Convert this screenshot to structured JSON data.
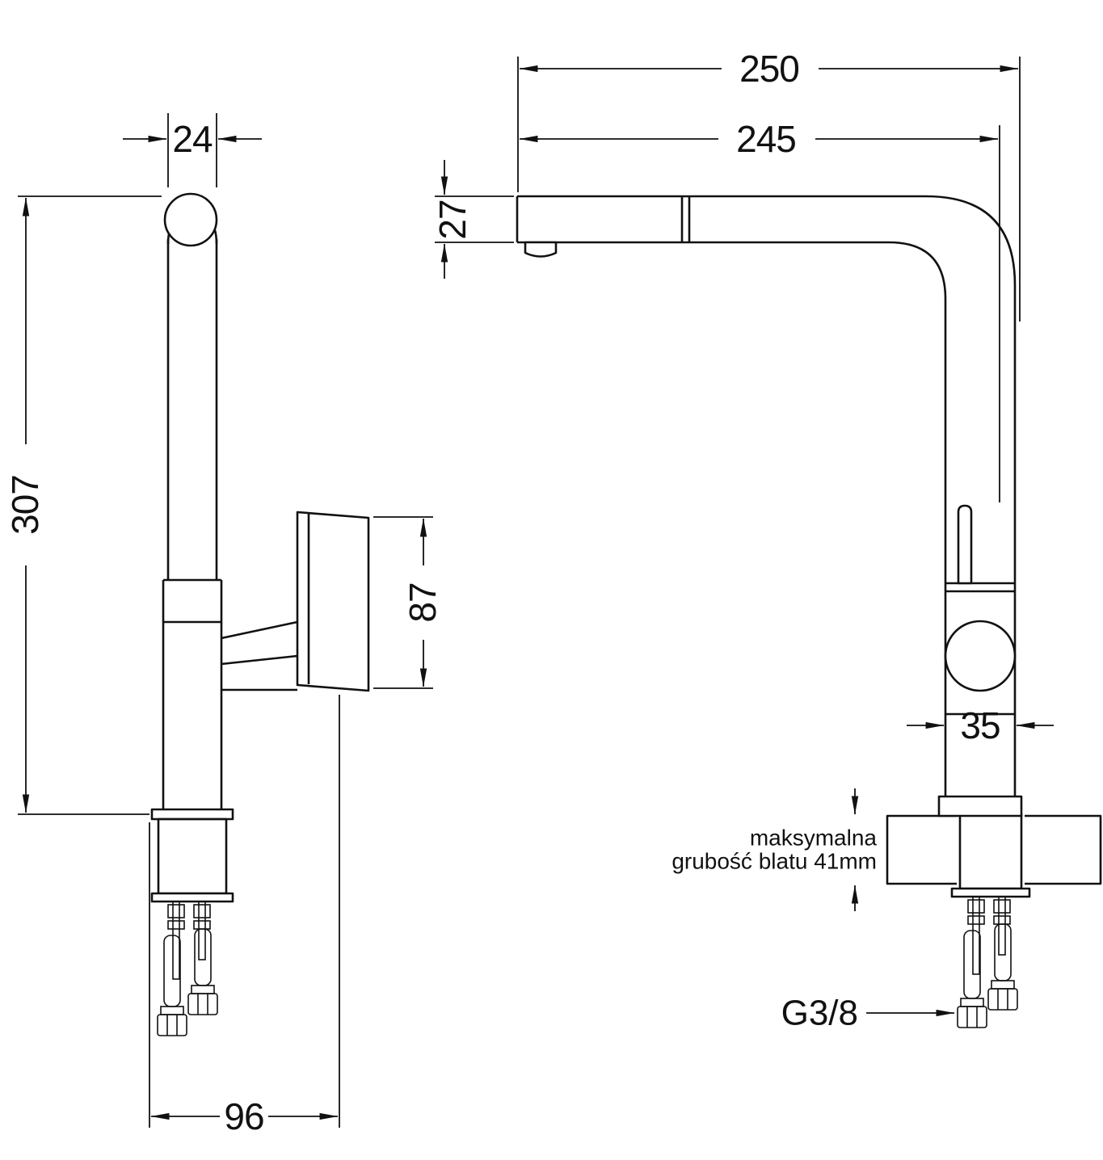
{
  "page": {
    "background": "#ffffff",
    "line_color": "#111111",
    "description_type": "faucet-technical-drawing"
  },
  "left_view": {
    "dim_pipe_width": "24",
    "dim_total_height": "307",
    "dim_handle_length": "87",
    "dim_base_offset": "96"
  },
  "right_view": {
    "dim_total_reach": "250",
    "dim_spout_reach": "245",
    "dim_spout_height": "27",
    "dim_body_diameter": "35",
    "note_line1": "maksymalna",
    "note_line2": "grubość blatu 41mm",
    "thread_label": "G3/8"
  }
}
